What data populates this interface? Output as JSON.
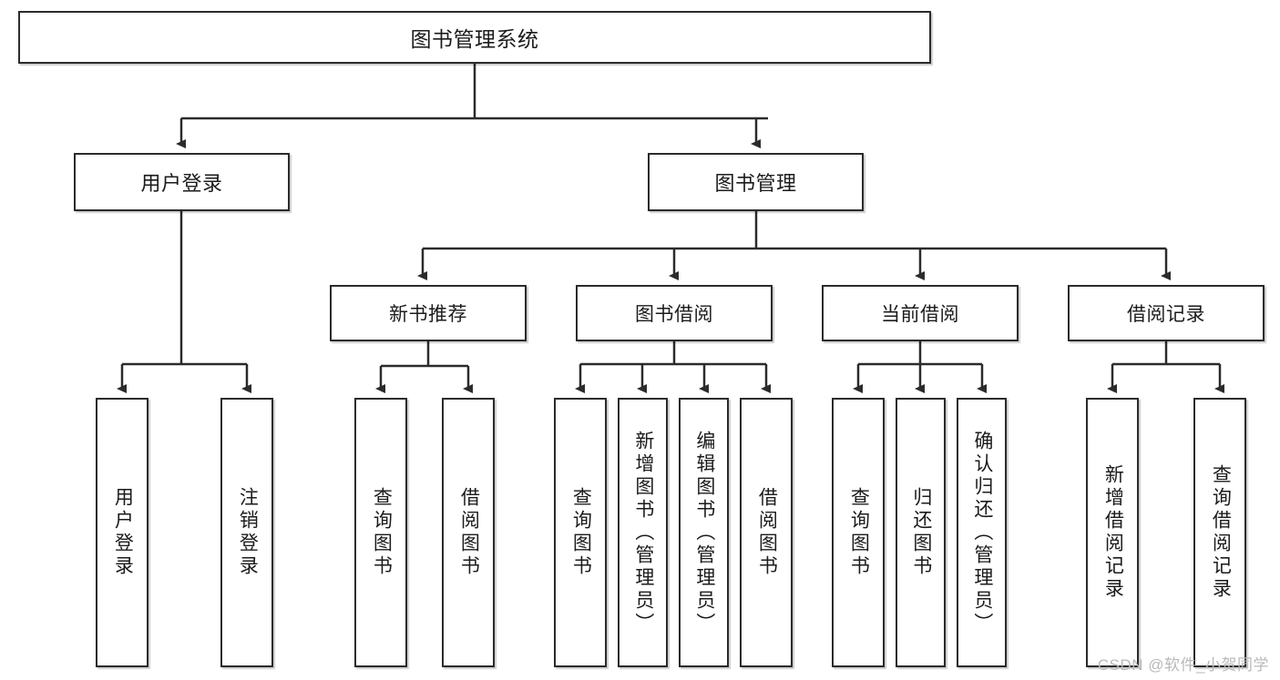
{
  "diagram": {
    "title_text": "图书管理系统",
    "watermark": "CSDN @软件_小贺同学",
    "colors": {
      "border": "#2b2b2b",
      "text": "#1b1b1b",
      "background": "#ffffff",
      "watermark": "#b9b9b9"
    },
    "root": {
      "label": "图书管理系统"
    },
    "level2": [
      {
        "label": "用户登录"
      },
      {
        "label": "图书管理"
      }
    ],
    "level3": [
      {
        "label": "新书推荐"
      },
      {
        "label": "图书借阅"
      },
      {
        "label": "当前借阅"
      },
      {
        "label": "借阅记录"
      }
    ],
    "leaves": [
      {
        "label": "用户登录",
        "parent": "用户登录"
      },
      {
        "label": "注销登录",
        "parent": "用户登录"
      },
      {
        "label": "查询图书",
        "parent": "新书推荐"
      },
      {
        "label": "借阅图书",
        "parent": "新书推荐"
      },
      {
        "label": "查询图书",
        "parent": "图书借阅"
      },
      {
        "label": "新增图书（管理员）",
        "parent": "图书借阅"
      },
      {
        "label": "编辑图书（管理员）",
        "parent": "图书借阅"
      },
      {
        "label": "借阅图书",
        "parent": "图书借阅"
      },
      {
        "label": "查询图书",
        "parent": "当前借阅"
      },
      {
        "label": "归还图书",
        "parent": "当前借阅"
      },
      {
        "label": "确认归还（管理员）",
        "parent": "当前借阅"
      },
      {
        "label": "新增借阅记录",
        "parent": "借阅记录"
      },
      {
        "label": "查询借阅记录",
        "parent": "借阅记录"
      }
    ]
  }
}
